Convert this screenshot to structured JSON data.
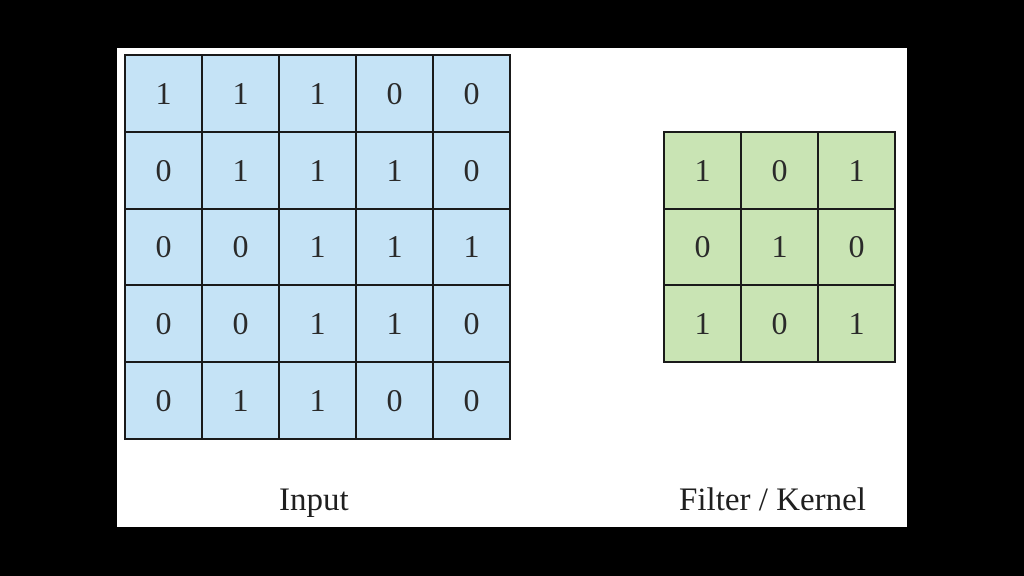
{
  "input": {
    "caption": "Input",
    "cell_color": "#c5e3f6",
    "rows": [
      [
        "1",
        "1",
        "1",
        "0",
        "0"
      ],
      [
        "0",
        "1",
        "1",
        "1",
        "0"
      ],
      [
        "0",
        "0",
        "1",
        "1",
        "1"
      ],
      [
        "0",
        "0",
        "1",
        "1",
        "0"
      ],
      [
        "0",
        "1",
        "1",
        "0",
        "0"
      ]
    ]
  },
  "kernel": {
    "caption": "Filter / Kernel",
    "cell_color": "#c9e4b4",
    "rows": [
      [
        "1",
        "0",
        "1"
      ],
      [
        "0",
        "1",
        "0"
      ],
      [
        "1",
        "0",
        "1"
      ]
    ]
  }
}
